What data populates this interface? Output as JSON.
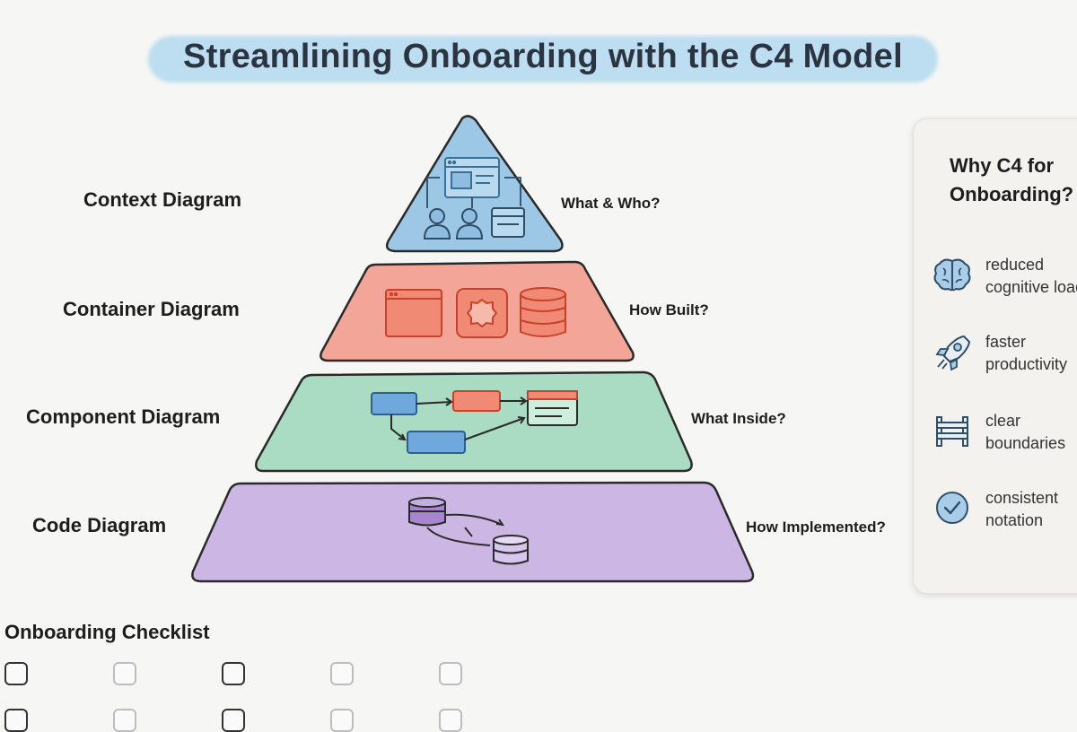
{
  "title": "Streamlining Onboarding with the C4 Model",
  "levels": [
    {
      "label": "Context Diagram",
      "question": "What & Who?",
      "color": "#9cc8e6",
      "stroke": "#3c6f96"
    },
    {
      "label": "Container Diagram",
      "question": "How Built?",
      "color": "#f3a597",
      "stroke": "#d9533e"
    },
    {
      "label": "Component Diagram",
      "question": "What Inside?",
      "color": "#a9dcc2",
      "stroke": "#3f8f67"
    },
    {
      "label": "Code Diagram",
      "question": "How Implemented?",
      "color": "#ccb7e4",
      "stroke": "#6f4e9c"
    }
  ],
  "panel": {
    "title": "Why C4 for\nOnboarding?",
    "benefits": [
      {
        "icon": "brain-icon",
        "text": "reduced\ncognitive load"
      },
      {
        "icon": "rocket-icon",
        "text": "faster\nproductivity"
      },
      {
        "icon": "fence-icon",
        "text": "clear\nboundaries"
      },
      {
        "icon": "check-circle-icon",
        "text": "consistent\nnotation"
      }
    ]
  },
  "checklist": {
    "title": "Onboarding Checklist",
    "box_count": 5
  }
}
